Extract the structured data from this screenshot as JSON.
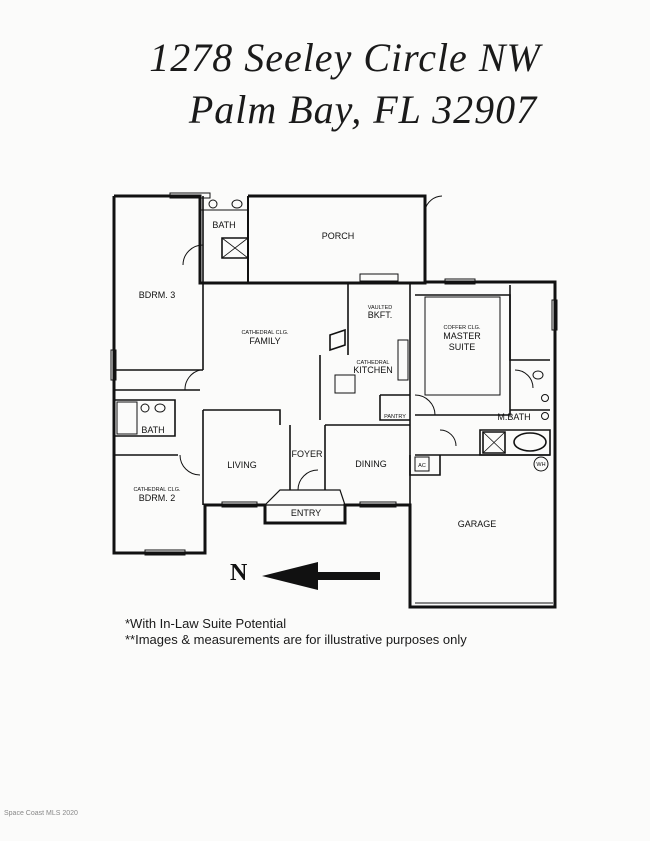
{
  "header": {
    "address_line_1": "1278 Seeley Circle NW",
    "address_line_2": "Palm Bay, FL 32907"
  },
  "rooms": {
    "bath_upper": "BATH",
    "porch": "PORCH",
    "bdrm3": "BDRM. 3",
    "family_note": "CATHEDRAL CLG.",
    "family": "FAMILY",
    "bkft_note": "VAULTED",
    "bkft": "BKFT.",
    "master_note": "COFFER CLG.",
    "master_line_1": "MASTER",
    "master_line_2": "SUITE",
    "kitchen_note": "CATHEDRAL",
    "kitchen": "KITCHEN",
    "pantry": "PANTRY",
    "bath_lower": "BATH",
    "mbath": "M.BATH",
    "living": "LIVING",
    "foyer": "FOYER",
    "dining": "DINING",
    "entry": "ENTRY",
    "bdrm2_note": "CATHEDRAL CLG.",
    "bdrm2": "BDRM. 2",
    "garage": "GARAGE",
    "ac": "AC",
    "wh": "WH"
  },
  "compass": {
    "letter": "N"
  },
  "notes": {
    "line_1": "*With In-Law Suite Potential",
    "line_2": "**Images & measurements are for illustrative purposes only"
  },
  "watermark": "Space Coast MLS 2020"
}
